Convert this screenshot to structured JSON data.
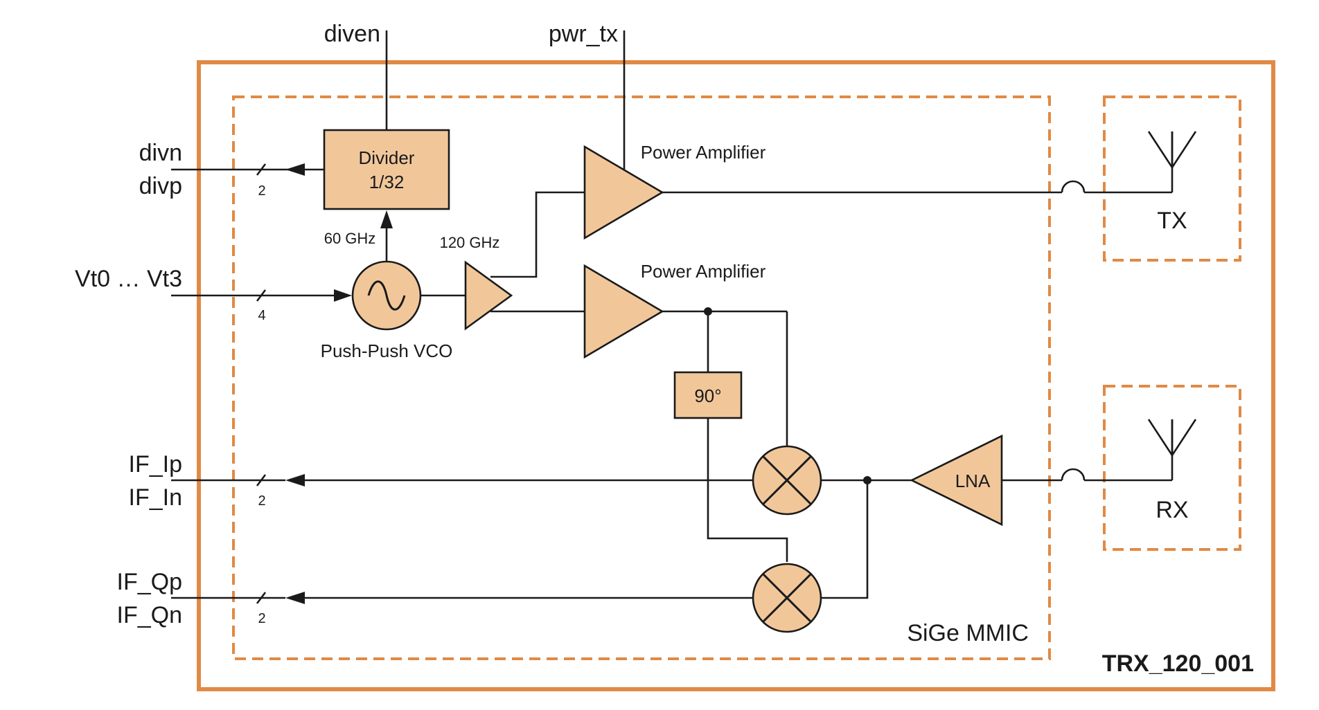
{
  "pins": {
    "diven": "diven",
    "pwr_tx": "pwr_tx",
    "divn": "divn",
    "divp": "divp",
    "vt": "Vt0 … Vt3",
    "if_ip": "IF_Ip",
    "if_in": "IF_In",
    "if_qp": "IF_Qp",
    "if_qn": "IF_Qn"
  },
  "bus_widths": {
    "div": "2",
    "vt": "4",
    "if_i": "2",
    "if_q": "2"
  },
  "blocks": {
    "divider_line1": "Divider",
    "divider_line2": "1/32",
    "vco": "Push-Push VCO",
    "freq_60": "60 GHz",
    "freq_120": "120 GHz",
    "pa_tx": "Power Amplifier",
    "pa_rx": "Power Amplifier",
    "phase": "90°",
    "lna": "LNA"
  },
  "antennas": {
    "tx": "TX",
    "rx": "RX"
  },
  "labels": {
    "mmic": "SiGe MMIC",
    "module": "TRX_120_001"
  },
  "colors": {
    "module_border": "#e08a45",
    "mmic_border": "#e08a45",
    "block_fill": "#f1c79a"
  }
}
